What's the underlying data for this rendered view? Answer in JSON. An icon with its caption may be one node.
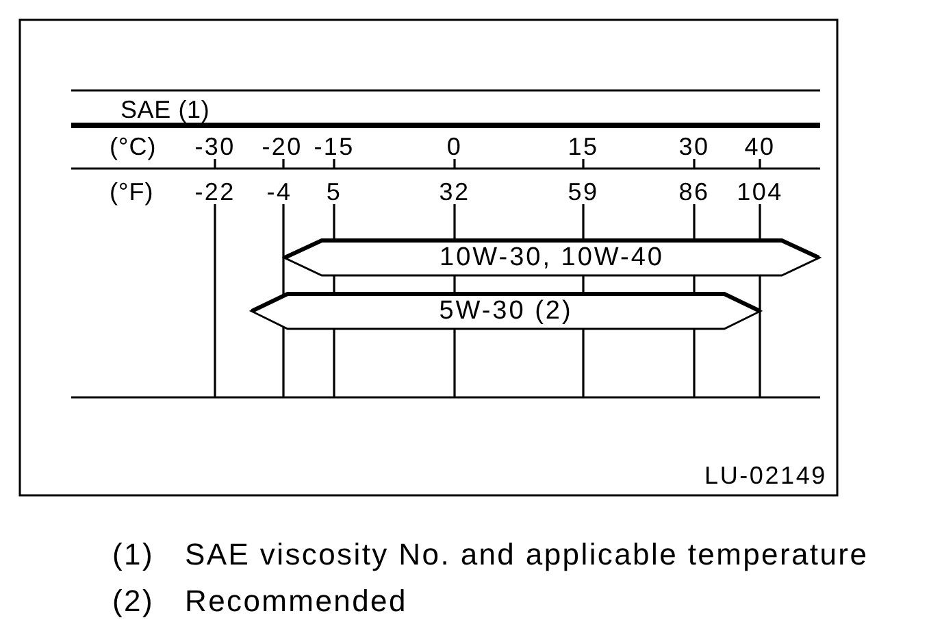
{
  "diagram": {
    "nodes": [
      {
        "text": [
          "10W-30, 10W-40"
        ]
      },
      {
        "text": [
          "5W-30 (2)"
        ]
      }
    ],
    "labels": [
      "SAE (1)",
      "(°C)",
      "-30",
      "-20",
      "-15",
      "0",
      "15",
      "30",
      "40",
      "(°F)",
      "-22",
      "-4",
      "5",
      "32",
      "59",
      "86",
      "104",
      "LU-02149",
      "(1)",
      "SAE viscosity No. and applicable temperature",
      "(2)",
      "Recommended"
    ]
  }
}
